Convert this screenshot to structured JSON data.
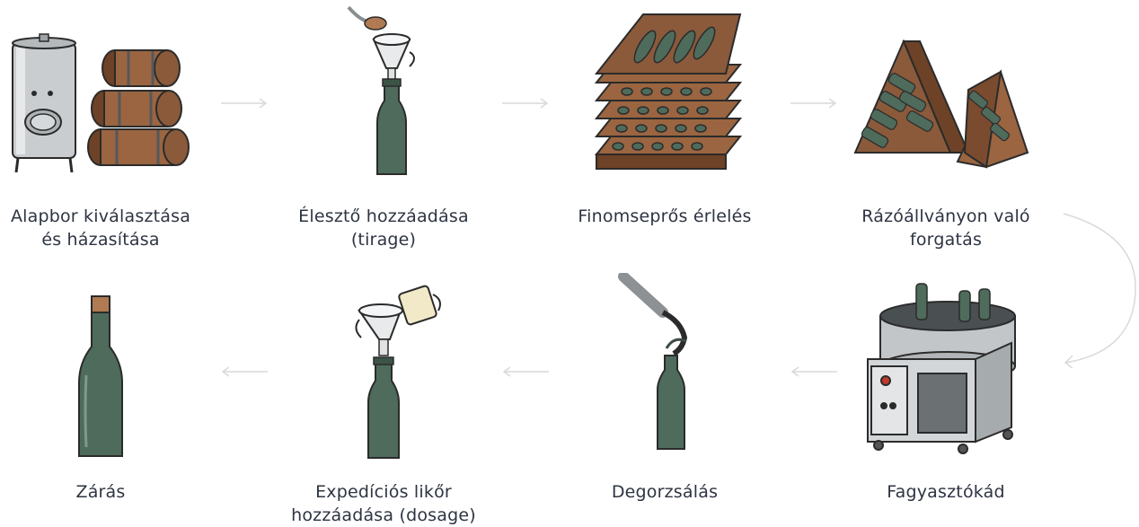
{
  "steps": [
    {
      "label_lines": [
        "Alapbor kiválasztása",
        "és házasítása"
      ],
      "icon": "tank-and-barrels-icon"
    },
    {
      "label_lines": [
        "Élesztő hozzáadása",
        "(tirage)"
      ],
      "icon": "bottle-funnel-spoon-icon"
    },
    {
      "label_lines": [
        "Finomseprős érlelés",
        ""
      ],
      "icon": "stacked-bottles-icon"
    },
    {
      "label_lines": [
        "Rázóállványon való",
        "forgatás"
      ],
      "icon": "riddling-rack-icon"
    },
    {
      "label_lines": [
        "Fagyasztókád",
        ""
      ],
      "icon": "freezer-tub-icon"
    },
    {
      "label_lines": [
        "Degorzsálás",
        ""
      ],
      "icon": "disgorging-bottle-icon"
    },
    {
      "label_lines": [
        "Expedíciós likőr",
        "hozzáadása (dosage)"
      ],
      "icon": "bottle-funnel-jug-icon"
    },
    {
      "label_lines": [
        "Zárás",
        ""
      ],
      "icon": "closed-bottle-icon"
    }
  ],
  "colors": {
    "text": "#2d3442",
    "arrow": "#d9d9d9",
    "bottle": "#4e6b5c",
    "wood": "#8a5a3b",
    "steel": "#bfc3c6"
  }
}
